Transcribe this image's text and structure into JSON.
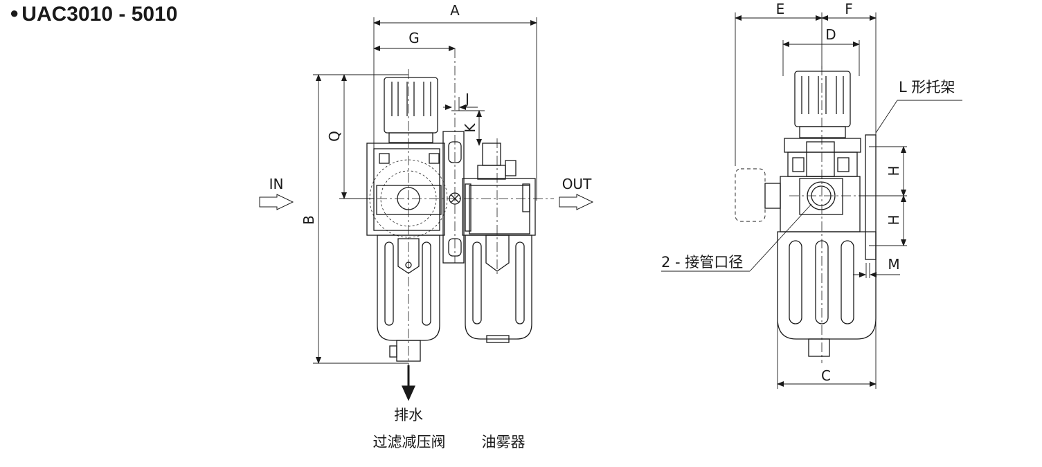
{
  "title": "UAC3010 - 5010",
  "dimensions": {
    "A": "A",
    "G": "G",
    "J": "J",
    "K": "K",
    "Q": "Q",
    "B": "B",
    "E": "E",
    "F": "F",
    "D": "D",
    "C": "C",
    "H1": "H",
    "H2": "H",
    "M": "M"
  },
  "ports": {
    "in": "IN",
    "out": "OUT"
  },
  "labels": {
    "drain": "排水",
    "component_filter_regulator": "过滤减压阀",
    "component_lubricator": "油雾器",
    "bracket": "L 形托架",
    "port_size": "2 - 接管口径"
  },
  "colors": {
    "line": "#1a1a1a",
    "background": "#ffffff"
  }
}
